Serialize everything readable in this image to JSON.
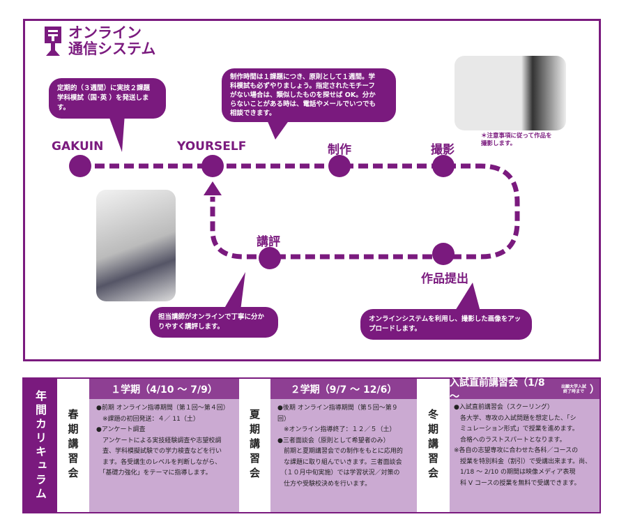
{
  "title": {
    "line1": "オンライン",
    "line2": "通信システム"
  },
  "steps": {
    "gakuin": "GAKUIN",
    "yourself": "YOURSELF",
    "seisaku": "制作",
    "satsuei": "撮影",
    "kouhyou": "講評",
    "teishutsu": "作品提出"
  },
  "bubbles": {
    "send": "定期的（３週間）に実技２課題\n学科模試（国･英 ）を発送します。",
    "seisaku": "制作時間は１課題につき、原則として１週間。学\n科模試も必ずやりましょう。指定されたモチーフ\nがない場合は、類似したものを探せば OK。分か\nらないことがある時は、電話やメールでいつでも\n相談できます。",
    "kouhyou": "担当講師がオンラインで丁寧に分か\nりやすく講評します。",
    "upload": "オンラインシステムを利用し、撮影した画像をアッ\nプロードします。"
  },
  "photo_caption": "＊注意事項に従って作品を\n撮影します。",
  "curriculum": {
    "label": "年間カリキュラム",
    "spring": "春期講習会",
    "summer": "夏期講習会",
    "winter": "冬期講習会",
    "terms": [
      {
        "header": "１学期（4/10 ～ 7/9）",
        "body": "●前期 オンライン指導期間（第１回～第４回）\n　※課題の初回発送：４／ 11（土）\n●アンケート調査\n　アンケートによる実技経験調査や志望校調\n　査、学科模擬試験での学力検査などを行い\n　ます。各受講生のレベルを判断しながら、\n　「基礎力強化」をテーマに指導します。"
      },
      {
        "header": "２学期（9/7 ～ 12/6）",
        "body": "●後期 オンライン指導期間（第５回～第９回）\n　※オンライン指導終了：１２／５（土）\n●三者面談会（原則として希望者のみ）\n　前期と夏期講習会での制作をもとに応用的\n　な課題に取り組んでいきます。三者面談会\n　（１０月中旬実施）では学習状況／対策の\n　仕方や受験校決めを行います。"
      },
      {
        "header": "入試直前講習会（1/8 ～",
        "header_note": "出願大学入試終了時まで",
        "header_end": "）",
        "body": "●入試直前講習会（スクーリング）\n　各大学、専攻の入試問題を想定した、「シ\n　ミュレーション形式」で授業を進めます。\n　合格へのラストスパートとなります。\n※各自の志望専攻に合わせた各科／コースの\n　授業を特別料金（割引）で受講出来ます。尚、\n　1/18 ～ 2/10 の期間は映像メディア表現\n　科 V コースの授業を無料で受講できます。"
      }
    ]
  },
  "colors": {
    "purple": "#7a1a7e",
    "header": "#8e3f93",
    "body": "#cbaad2"
  }
}
